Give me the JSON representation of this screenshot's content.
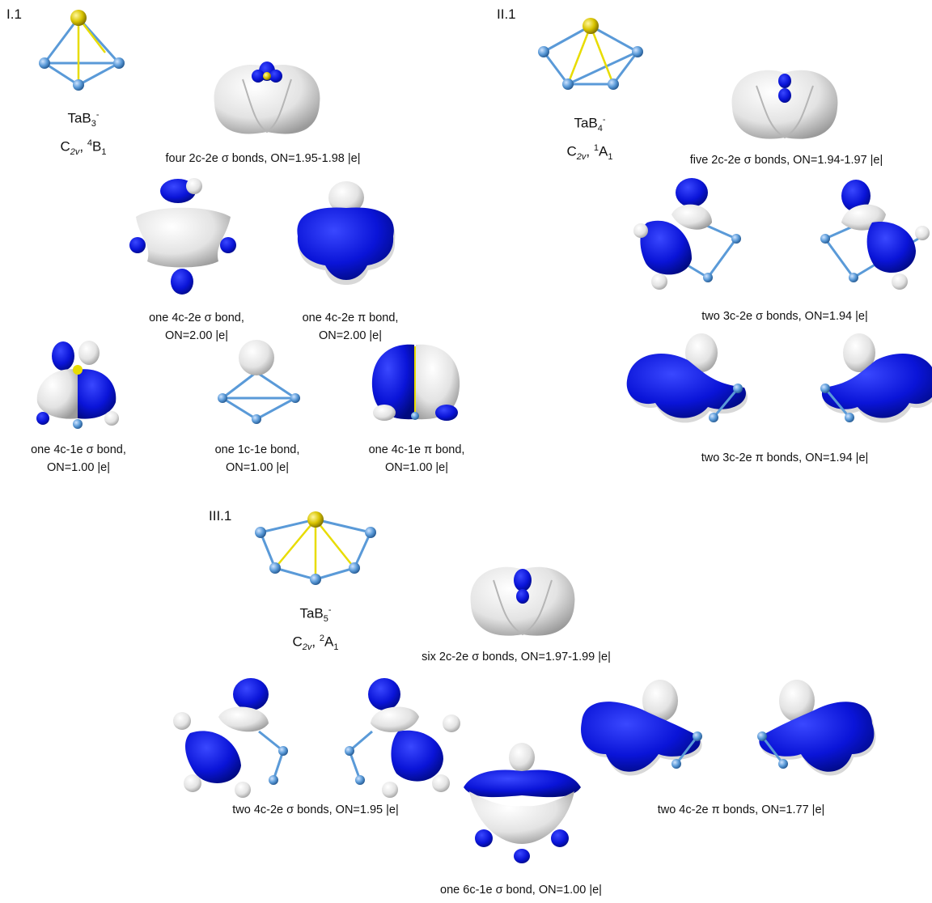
{
  "panel_I": {
    "label": "I.1",
    "formula": {
      "base": "TaB",
      "sub": "3",
      "sup": "-"
    },
    "symmetry": {
      "group": "C",
      "group_sub": "2v",
      "sep": ",",
      "mult": "4",
      "term": "B",
      "term_sub": "1"
    },
    "captions": {
      "sigma_2c": "four 2c-2e σ bonds, ON=1.95-1.98 |e|",
      "sigma_4c_2e_l1": "one 4c-2e σ bond,",
      "sigma_4c_2e_l2": "ON=2.00 |e|",
      "pi_4c_2e_l1": "one 4c-2e π bond,",
      "pi_4c_2e_l2": "ON=2.00 |e|",
      "sigma_4c_1e_l1": "one 4c-1e σ bond,",
      "sigma_4c_1e_l2": "ON=1.00 |e|",
      "onec_l1": "one 1c-1e bond,",
      "onec_l2": "ON=1.00 |e|",
      "pi_4c_1e_l1": "one 4c-1e π bond,",
      "pi_4c_1e_l2": "ON=1.00 |e|"
    }
  },
  "panel_II": {
    "label": "II.1",
    "formula": {
      "base": "TaB",
      "sub": "4",
      "sup": "-"
    },
    "symmetry": {
      "group": "C",
      "group_sub": "2v",
      "sep": ",",
      "mult": "1",
      "term": "A",
      "term_sub": "1"
    },
    "captions": {
      "sigma_2c": "five 2c-2e σ bonds, ON=1.94-1.97 |e|",
      "sigma_3c": "two 3c-2e σ bonds, ON=1.94 |e|",
      "pi_3c": "two 3c-2e π bonds, ON=1.94 |e|"
    }
  },
  "panel_III": {
    "label": "III.1",
    "formula": {
      "base": "TaB",
      "sub": "5",
      "sup": "-"
    },
    "symmetry": {
      "group": "C",
      "group_sub": "2v",
      "sep": ",",
      "mult": "2",
      "term": "A",
      "term_sub": "1"
    },
    "captions": {
      "sigma_2c": "six 2c-2e σ bonds, ON=1.97-1.99 |e|",
      "sigma_4c": "two 4c-2e σ bonds, ON=1.95 |e|",
      "pi_4c": "two 4c-2e π bonds, ON=1.77 |e|",
      "sigma_6c": "one 6c-1e σ bond, ON=1.00 |e|"
    }
  },
  "colors": {
    "ta_atom": "#d9c400",
    "b_atom": "#5a9ad8",
    "bond": "#5a9ad8",
    "lobe_blue": "#0a14d8",
    "lobe_white": "#e6e6e6"
  }
}
